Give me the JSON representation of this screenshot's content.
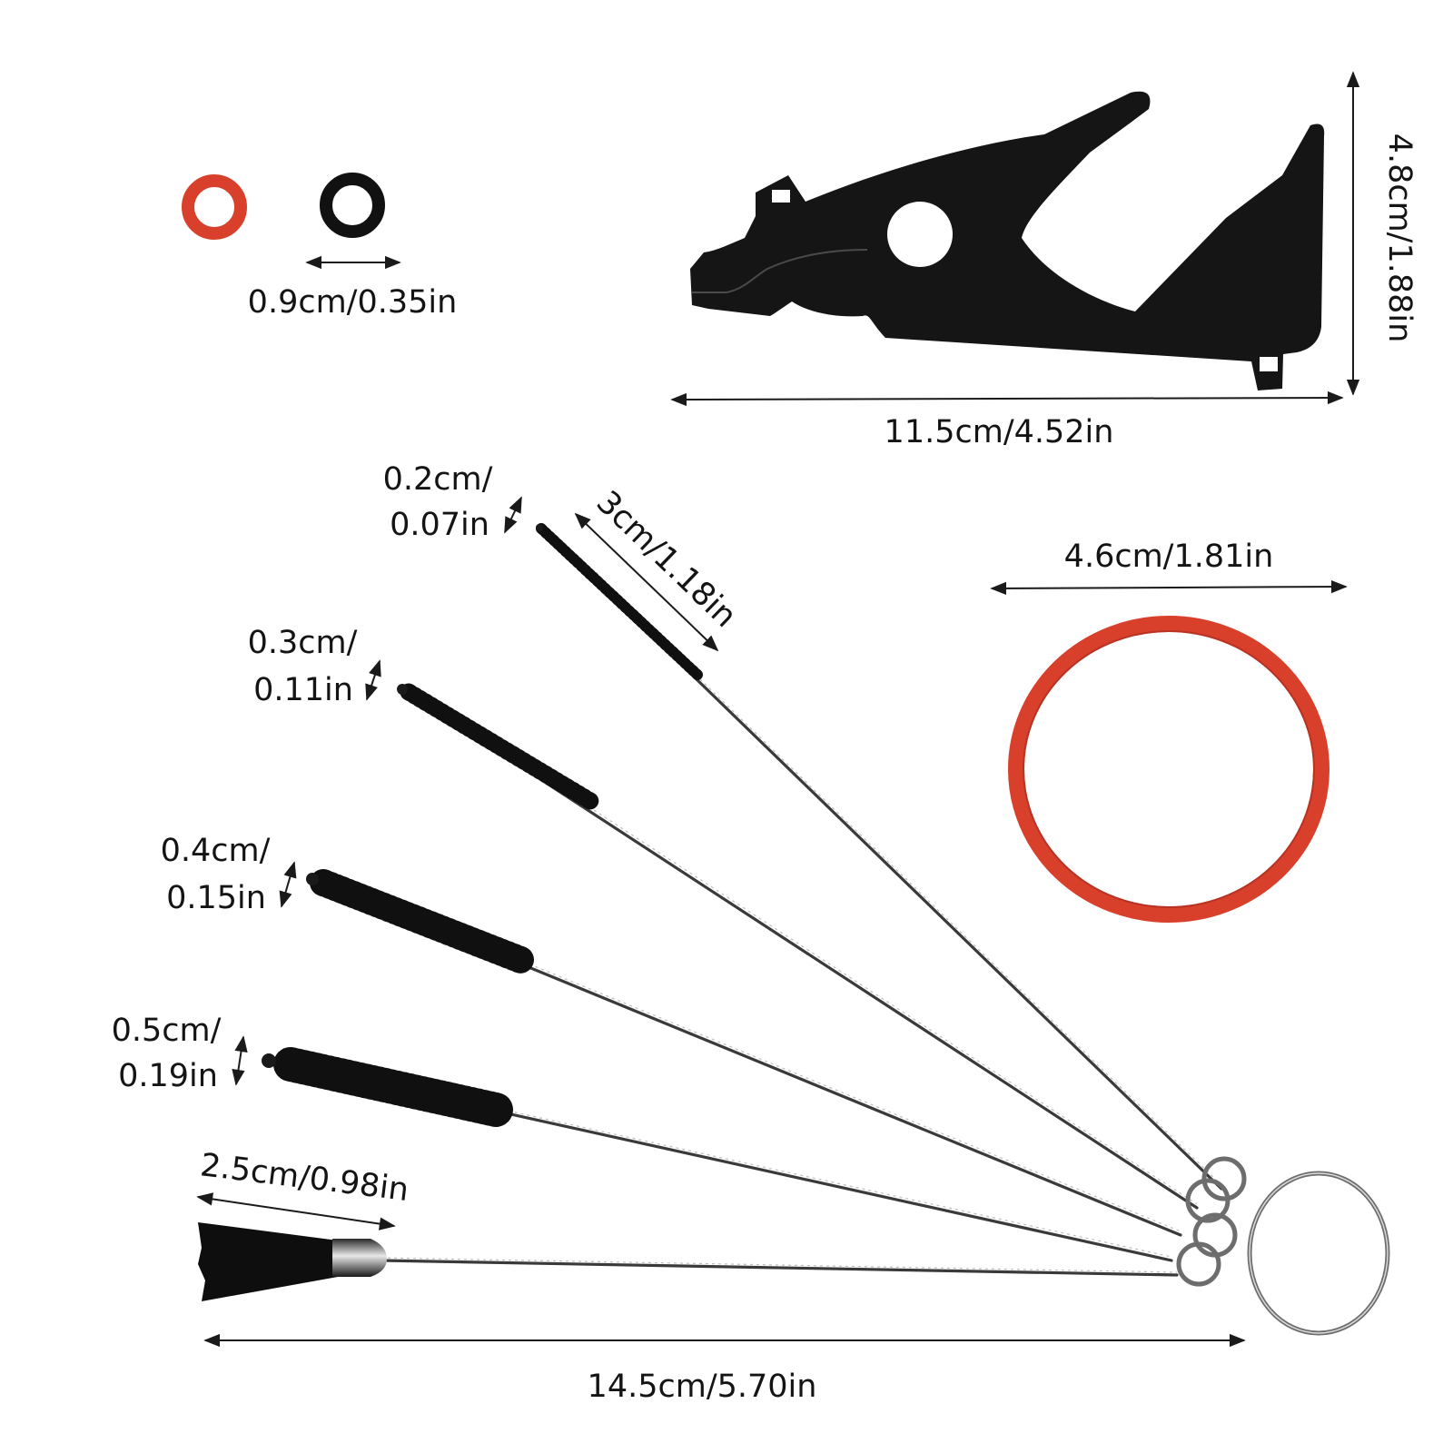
{
  "dimensions": {
    "small_orings": "0.9cm/0.35in",
    "tool_width": "11.5cm/4.52in",
    "tool_height": "4.8cm/1.88in",
    "large_oring": "4.6cm/1.81in",
    "brush1_diameter": [
      "0.2cm/",
      "0.07in"
    ],
    "brush1_length": "3cm/1.18in",
    "brush2_diameter": [
      "0.3cm/",
      "0.11in"
    ],
    "brush3_diameter": [
      "0.4cm/",
      "0.15in"
    ],
    "brush4_diameter": [
      "0.5cm/",
      "0.19in"
    ],
    "tassel_length": "2.5cm/0.98in",
    "total_length": "14.5cm/5.70in"
  },
  "colors": {
    "oring_red": "#d8402b",
    "oring_black": "#111111",
    "tool_black": "#151515",
    "bristle_black": "#101010",
    "metal": "#6d6d6d"
  }
}
